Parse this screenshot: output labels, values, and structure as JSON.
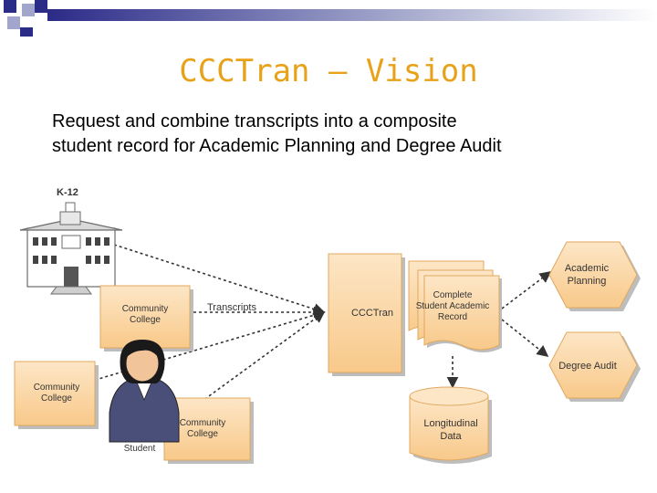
{
  "slide": {
    "title": "CCCTran – Vision",
    "subtitle_line1": "Request and combine transcripts into a composite",
    "subtitle_line2": "student record for Academic Planning and Degree Audit"
  },
  "diagram": {
    "k12_label": "K-12",
    "cc1_line1": "Community",
    "cc1_line2": "College",
    "cc2_line1": "Community",
    "cc2_line2": "College",
    "cc3_line1": "Community",
    "cc3_line2": "College",
    "student_label": "Student",
    "transcripts_label": "Transcripts",
    "ccctran_label": "CCCTran",
    "record_line1": "Complete",
    "record_line2": "Student Academic",
    "record_line3": "Record",
    "academic_line1": "Academic",
    "academic_line2": "Planning",
    "degree_audit_label": "Degree Audit",
    "longitudinal_line1": "Longitudinal",
    "longitudinal_line2": "Data"
  },
  "colors": {
    "accent": "#e8a219",
    "box_fill": "#fbd9a8",
    "box_stroke": "#e0a860",
    "shadow": "#bdbdbd",
    "topbar_blue": "#2b2b88",
    "label_red": "#b03a3a"
  }
}
